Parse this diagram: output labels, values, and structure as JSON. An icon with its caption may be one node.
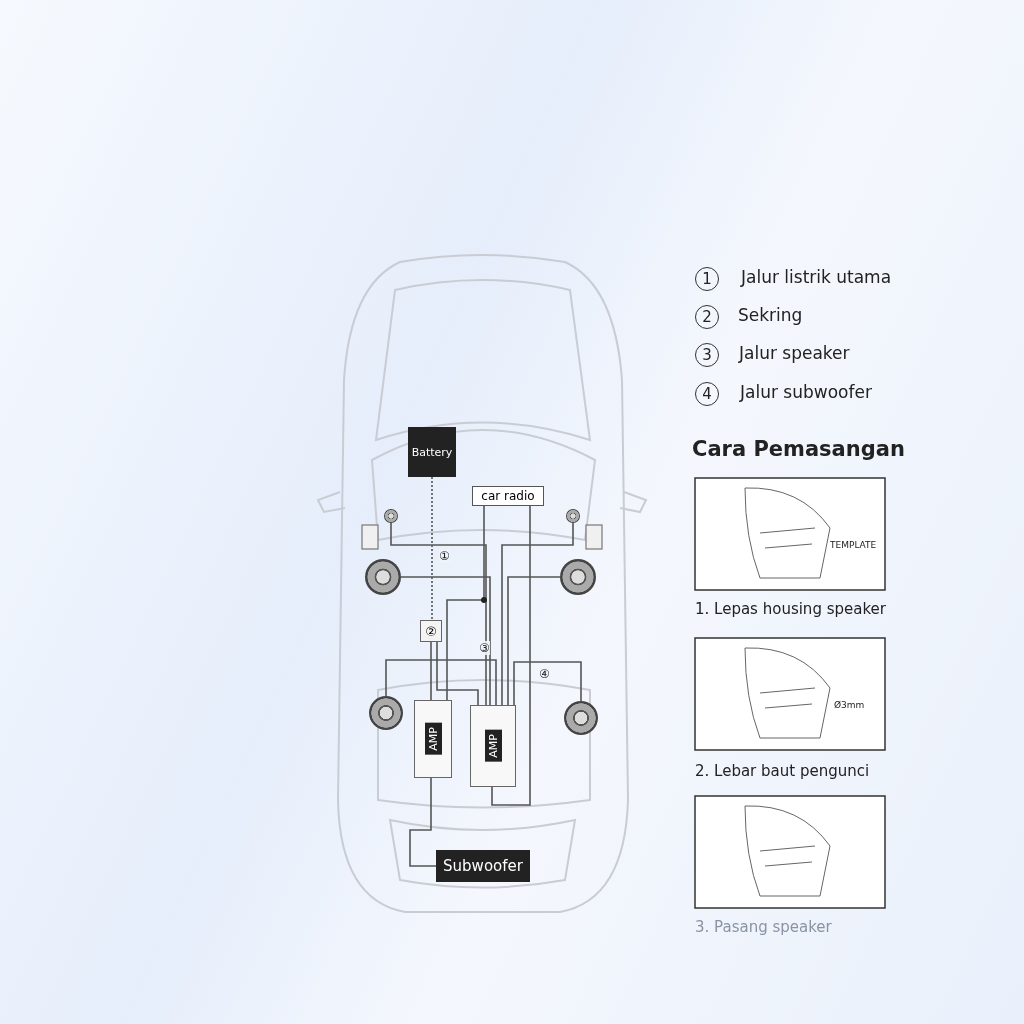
{
  "diagram": {
    "nodes": [
      {
        "text": [
          "Battery"
        ]
      },
      {
        "text": [
          "car radio"
        ]
      },
      {
        "text": [
          "②"
        ]
      },
      {
        "text": [
          "AMP"
        ]
      },
      {
        "text": [
          "AMP"
        ]
      },
      {
        "text": [
          "Subwoofer"
        ]
      },
      {
        "text": [],
        "shape": "circle"
      },
      {
        "text": [],
        "shape": "circle"
      },
      {
        "text": [],
        "shape": "circle"
      },
      {
        "text": [],
        "shape": "circle"
      },
      {
        "text": [],
        "shape": "circle"
      },
      {
        "text": [],
        "shape": "circle"
      }
    ],
    "edges": [
      {
        "from": 0,
        "to": 2,
        "arrow": "none",
        "style": "dashed"
      },
      {
        "from": 2,
        "to": 3,
        "arrow": "none"
      },
      {
        "from": 2,
        "to": 4,
        "arrow": "none"
      },
      {
        "from": 1,
        "to": 3,
        "arrow": "none"
      },
      {
        "from": 1,
        "to": 4,
        "arrow": "none"
      },
      {
        "from": 4,
        "to": 6,
        "arrow": "none"
      },
      {
        "from": 4,
        "to": 7,
        "arrow": "none"
      },
      {
        "from": 4,
        "to": 8,
        "arrow": "none"
      },
      {
        "from": 4,
        "to": 9,
        "arrow": "none"
      },
      {
        "from": 4,
        "to": 10,
        "arrow": "none"
      },
      {
        "from": 4,
        "to": 11,
        "arrow": "none"
      },
      {
        "from": 3,
        "to": 5,
        "arrow": "none"
      }
    ],
    "labels": [
      "①",
      "③",
      "④",
      "1",
      "Jalur listrik utama",
      "2",
      "Sekring",
      "3",
      "Jalur speaker",
      "4",
      "Jalur subwoofer",
      "Cara Pemasangan",
      "TEMPLATE",
      "1. Lepas housing speaker",
      "Ø3mm",
      "2. Lebar baut pengunci",
      "3. Pasang speaker"
    ]
  }
}
